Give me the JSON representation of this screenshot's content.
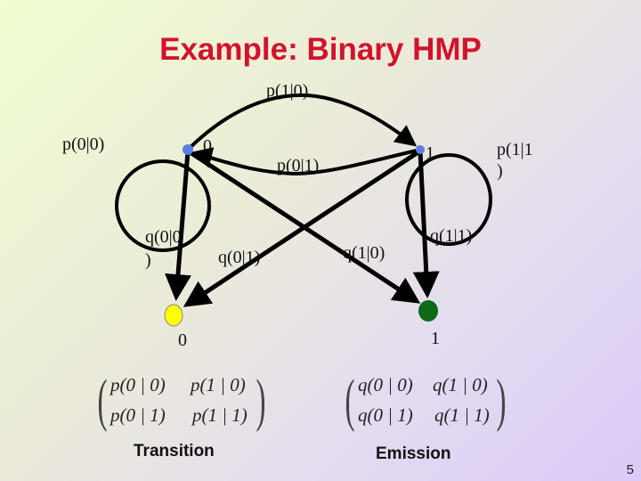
{
  "slide": {
    "title": "Example: Binary HMP",
    "page_number": "5"
  },
  "diagram": {
    "hidden_states": [
      {
        "id": "state-0",
        "label": "0",
        "color": "#5b7fe0"
      },
      {
        "id": "state-1",
        "label": "1",
        "color": "#5b7fe0"
      }
    ],
    "observations": [
      {
        "id": "obs-0",
        "label": "0",
        "color": "#ffff00"
      },
      {
        "id": "obs-1",
        "label": "1",
        "color": "#0d6a16"
      }
    ],
    "transition_labels": {
      "p00": "p(0|0)",
      "p10": "p(1|0)",
      "p01": "p(0|1)",
      "p11_line1": "p(1|1",
      "p11_line2": ")"
    },
    "emission_labels": {
      "q00_line1": "q(0|0",
      "q00_line2": ")",
      "q01": "q(0|1)",
      "q10": "q(1|0)",
      "q11": "q(1|1)"
    }
  },
  "matrices": {
    "transition": {
      "caption": "Transition",
      "rows": [
        [
          "p(0 | 0)",
          "p(1 | 0)"
        ],
        [
          "p(0 | 1)",
          "p(1 | 1)"
        ]
      ]
    },
    "emission": {
      "caption": "Emission",
      "rows": [
        [
          "q(0 | 0)",
          "q(1 | 0)"
        ],
        [
          "q(0 | 1)",
          "q(1 | 1)"
        ]
      ]
    }
  }
}
